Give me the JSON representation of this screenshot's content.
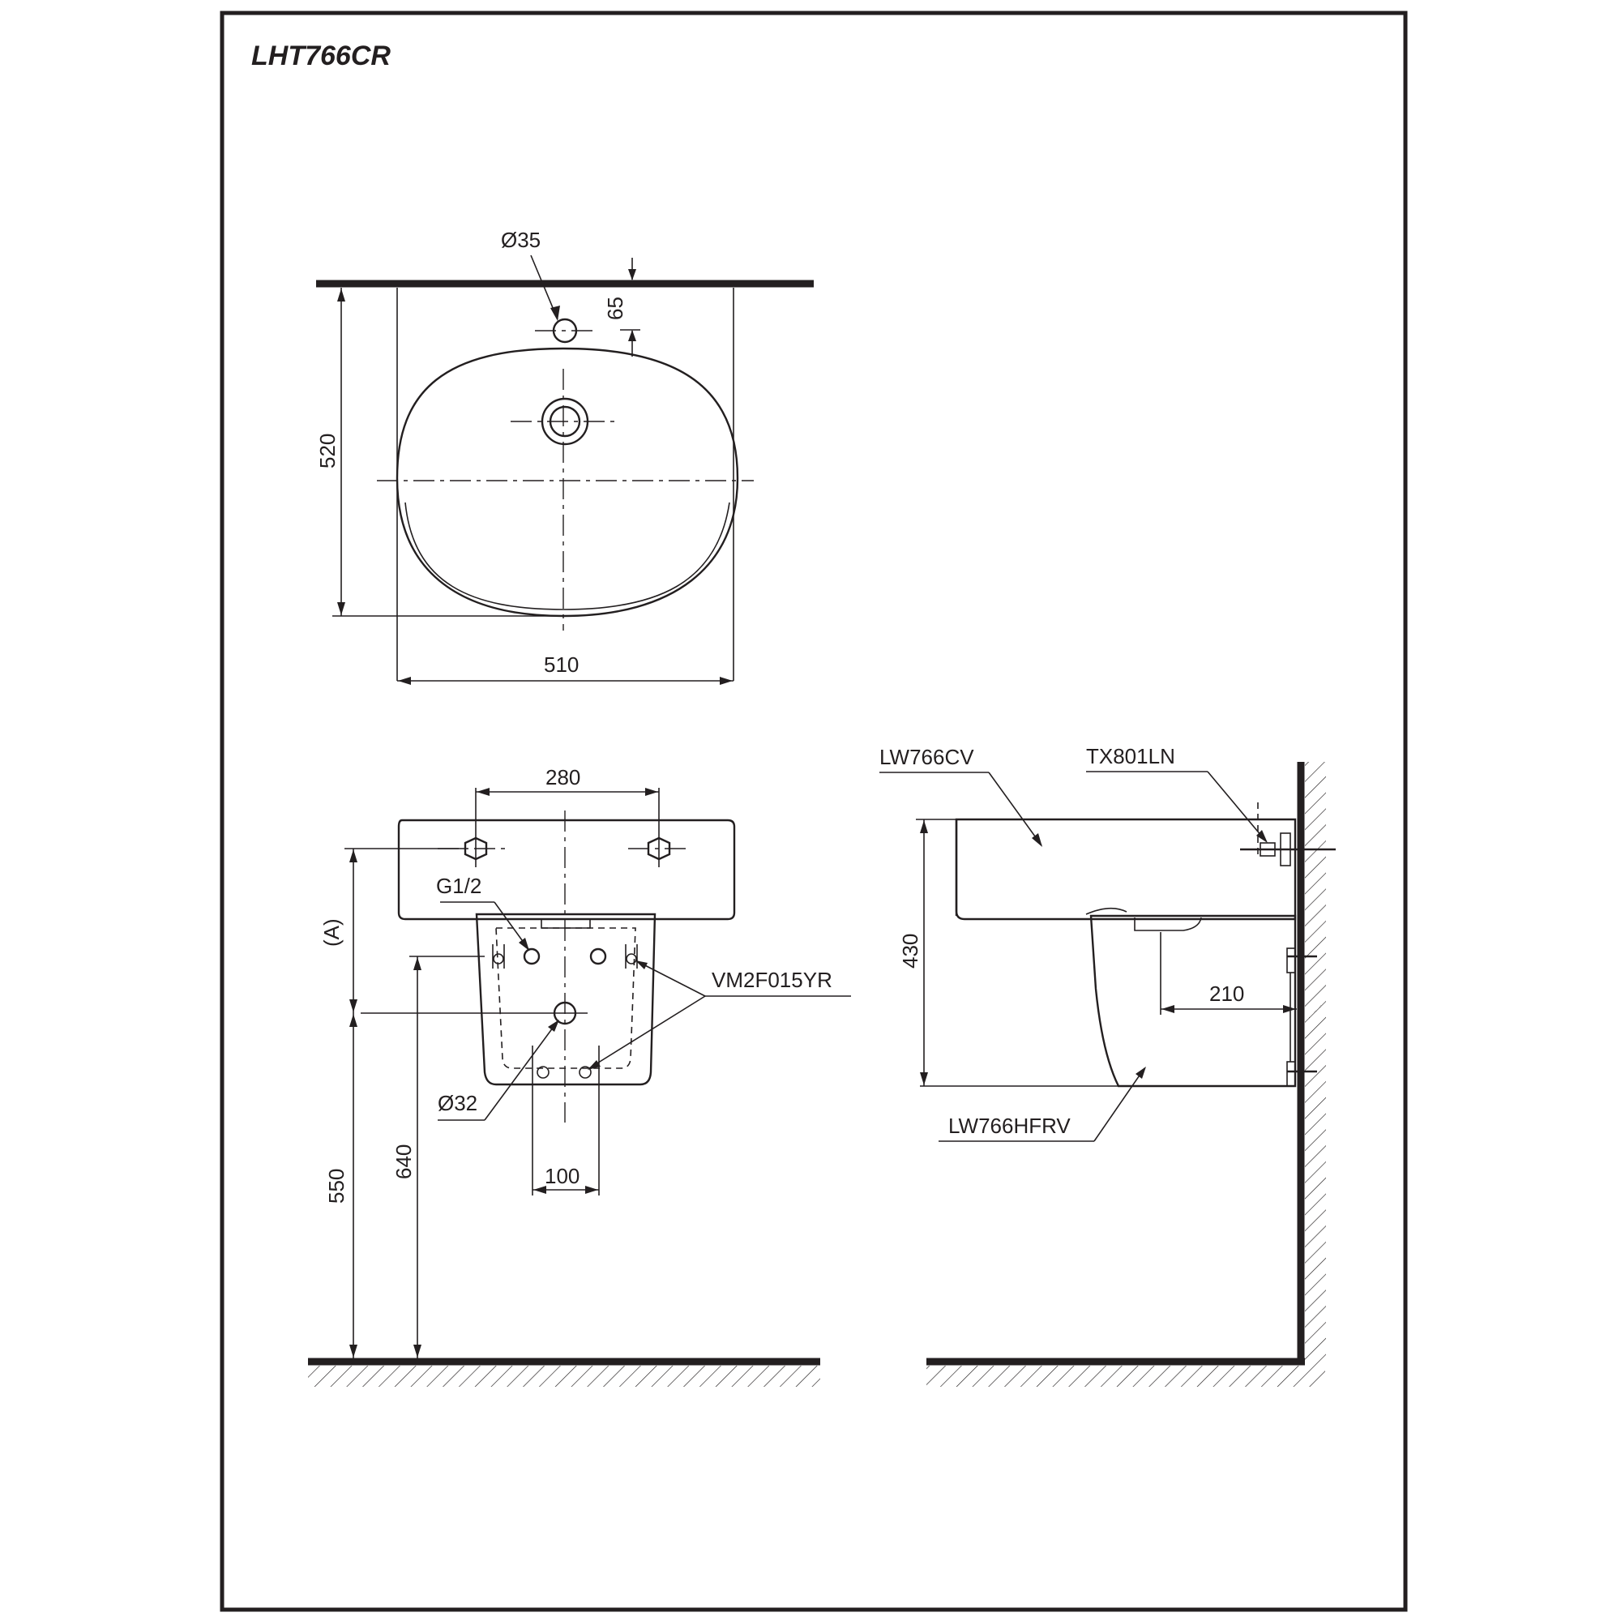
{
  "title": "LHT766CR",
  "top_view": {
    "hole_diameter": "Ø35",
    "hole_offset": "65",
    "depth": "520",
    "width": "510"
  },
  "front_view": {
    "tap_spacing": "280",
    "connection": "G1/2",
    "height_a": "(A)",
    "bracket": "VM2F015YR",
    "waste_diameter": "Ø32",
    "drain_spacing": "100",
    "rim_height": "640",
    "trap_height": "550"
  },
  "side_view": {
    "basin_code": "LW766CV",
    "fixing_code": "TX801LN",
    "pedestal_code": "LW766HFRV",
    "height": "430",
    "wall_offset": "210"
  }
}
